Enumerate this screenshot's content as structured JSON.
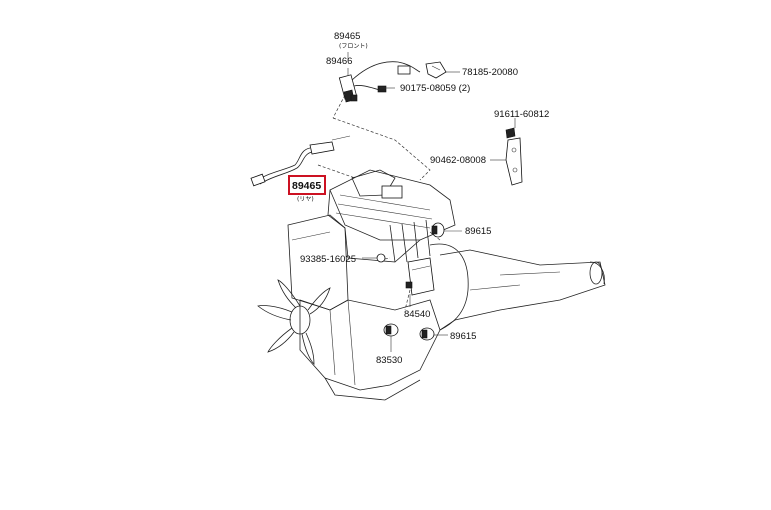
{
  "callouts": {
    "p89465_top": "89465",
    "p89465_top_sub": "(フロント)",
    "p89466": "89466",
    "p78185": "78185-20080",
    "p90175": "90175-08059 (2)",
    "p91611": "91611-60812",
    "p90462": "90462-08008",
    "p89465_hl": "89465",
    "p89465_hl_sub": "(リヤ)",
    "p89615_a": "89615",
    "p93385": "93385-16025",
    "p84540": "84540",
    "p89615_b": "89615",
    "p83530": "83530"
  },
  "highlight": {
    "color": "#cc1122",
    "target": "89465"
  }
}
